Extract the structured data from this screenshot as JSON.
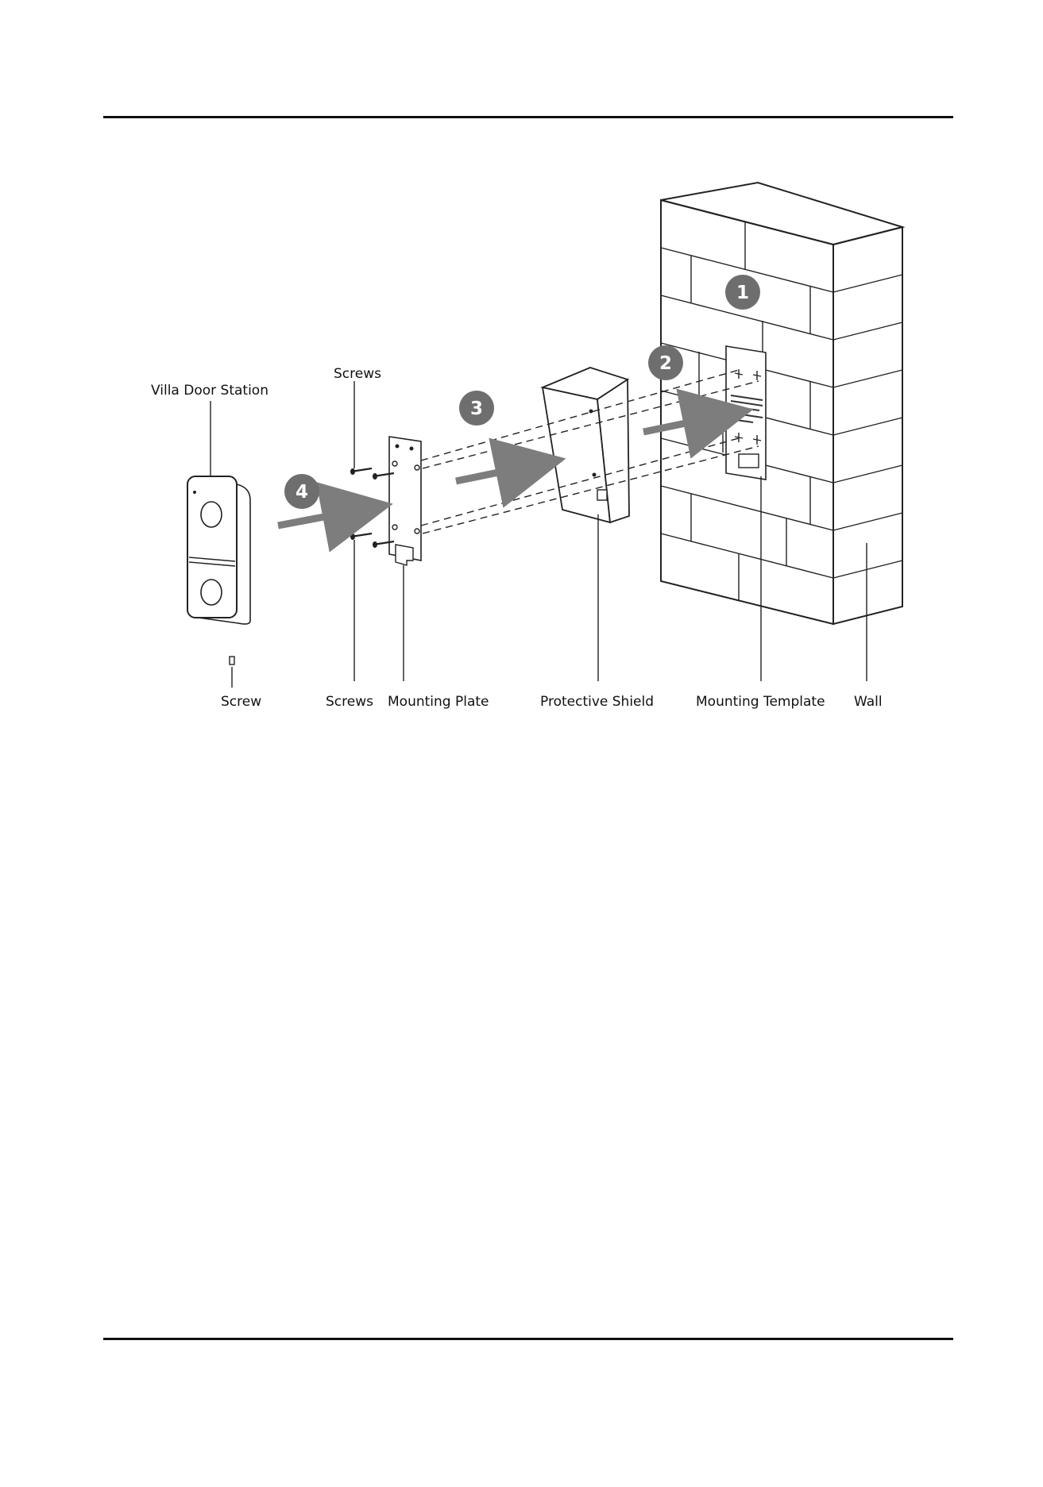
{
  "header": {},
  "footer": {},
  "diagram": {
    "labels": {
      "villa_door_station": "Villa Door Station",
      "screws_top": "Screws",
      "screw": "Screw",
      "screws_bottom": "Screws",
      "mounting_plate": "Mounting Plate",
      "protective_shield": "Protective Shield",
      "mounting_template": "Mounting Template",
      "wall": "Wall"
    },
    "steps": [
      "1",
      "2",
      "3",
      "4"
    ],
    "colors": {
      "badge": "#6e6e6e",
      "arrow": "#7d7d7d",
      "line": "#222222"
    }
  }
}
